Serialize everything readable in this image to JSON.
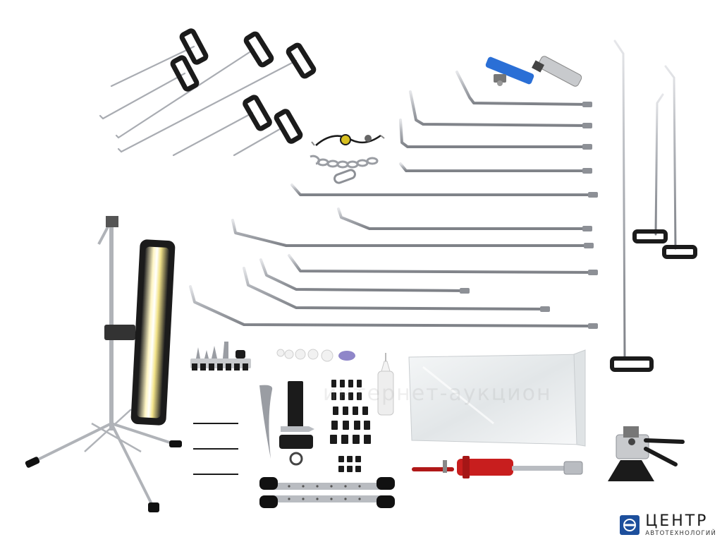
{
  "watermark_text": "интернет-аукцион",
  "brand": {
    "title": "ЦЕНТР",
    "subtitle": "АВТОТЕХНОЛОГИЙ",
    "accent": "#1d4f9c"
  },
  "colors": {
    "steel": "#b9bcc1",
    "steel_dark": "#8d9096",
    "handle": "#1b1b1b",
    "blue_tool": "#2a6fd6",
    "red_hammer": "#c81e1e",
    "light_board": "#f2e89a"
  }
}
